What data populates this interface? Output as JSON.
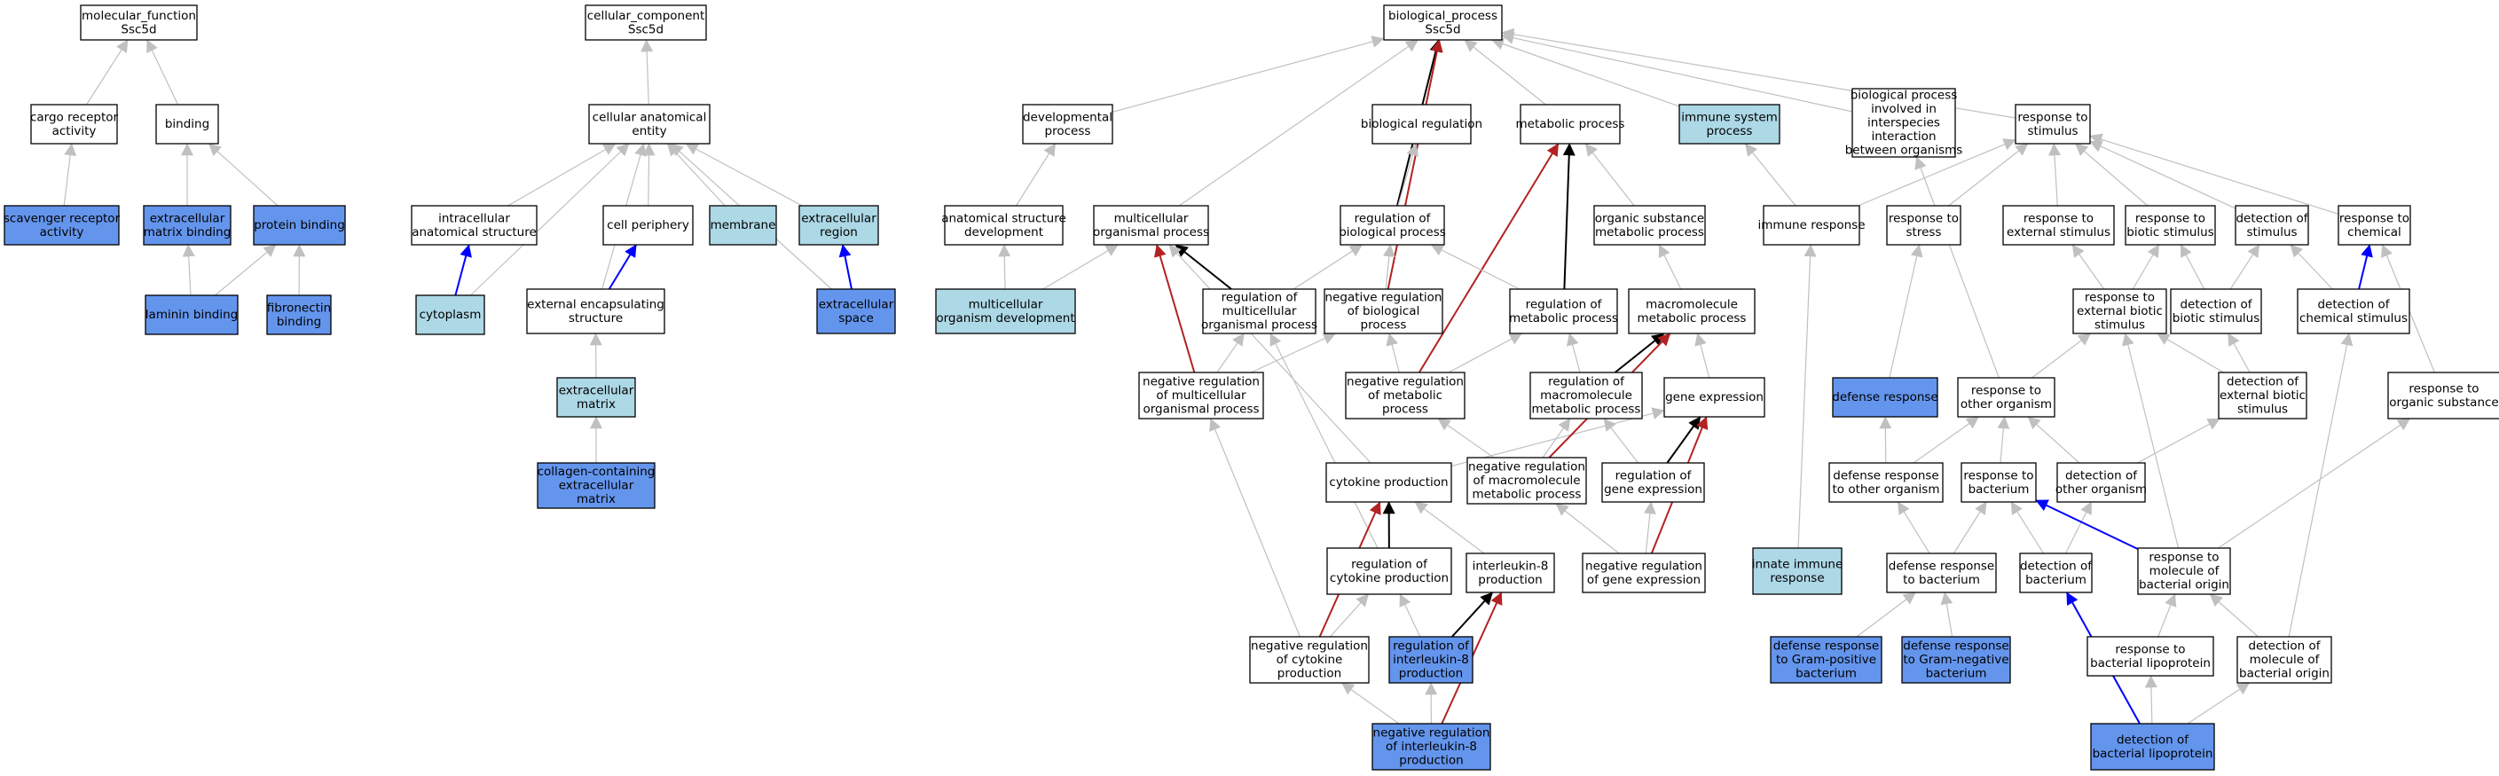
{
  "colors": {
    "white": "#ffffff",
    "dark": "#6495ed",
    "light": "#add8e6",
    "edge_gray": "#c0c0c0",
    "edge_black": "#000000",
    "edge_red": "#b22222",
    "edge_blue": "#0000ff"
  },
  "nodes": [
    {
      "id": "mf",
      "lines": [
        "molecular_function",
        "Ssc5d"
      ],
      "fill": "white"
    },
    {
      "id": "cargo",
      "lines": [
        "cargo receptor",
        "activity"
      ],
      "fill": "white"
    },
    {
      "id": "binding",
      "lines": [
        "binding"
      ],
      "fill": "white"
    },
    {
      "id": "scav",
      "lines": [
        "scavenger receptor",
        "activity"
      ],
      "fill": "dark"
    },
    {
      "id": "ecmbind",
      "lines": [
        "extracellular",
        "matrix binding"
      ],
      "fill": "dark"
    },
    {
      "id": "protbind",
      "lines": [
        "protein binding"
      ],
      "fill": "dark"
    },
    {
      "id": "laminin",
      "lines": [
        "laminin binding"
      ],
      "fill": "dark"
    },
    {
      "id": "fibro",
      "lines": [
        "fibronectin",
        "binding"
      ],
      "fill": "dark"
    },
    {
      "id": "cc",
      "lines": [
        "cellular_component",
        "Ssc5d"
      ],
      "fill": "white"
    },
    {
      "id": "cae",
      "lines": [
        "cellular anatomical",
        "entity"
      ],
      "fill": "white"
    },
    {
      "id": "intra",
      "lines": [
        "intracellular",
        "anatomical structure"
      ],
      "fill": "white"
    },
    {
      "id": "periph",
      "lines": [
        "cell periphery"
      ],
      "fill": "white"
    },
    {
      "id": "membrane",
      "lines": [
        "membrane"
      ],
      "fill": "light"
    },
    {
      "id": "exreg",
      "lines": [
        "extracellular",
        "region"
      ],
      "fill": "light"
    },
    {
      "id": "cytoplasm",
      "lines": [
        "cytoplasm"
      ],
      "fill": "light"
    },
    {
      "id": "extenc",
      "lines": [
        "external encapsulating",
        "structure"
      ],
      "fill": "white"
    },
    {
      "id": "exspace",
      "lines": [
        "extracellular",
        "space"
      ],
      "fill": "dark"
    },
    {
      "id": "ecm",
      "lines": [
        "extracellular",
        "matrix"
      ],
      "fill": "light"
    },
    {
      "id": "collagen",
      "lines": [
        "collagen-containing",
        "extracellular",
        "matrix"
      ],
      "fill": "dark"
    },
    {
      "id": "bp",
      "lines": [
        "biological_process",
        "Ssc5d"
      ],
      "fill": "white"
    },
    {
      "id": "devproc",
      "lines": [
        "developmental",
        "process"
      ],
      "fill": "white"
    },
    {
      "id": "bioreg",
      "lines": [
        "biological regulation"
      ],
      "fill": "white"
    },
    {
      "id": "metab",
      "lines": [
        "metabolic process"
      ],
      "fill": "white"
    },
    {
      "id": "immsys",
      "lines": [
        "immune system",
        "process"
      ],
      "fill": "light"
    },
    {
      "id": "interspecies",
      "lines": [
        "biological process",
        "involved in",
        "interspecies",
        "interaction",
        "between organisms"
      ],
      "fill": "white"
    },
    {
      "id": "respstim",
      "lines": [
        "response to",
        "stimulus"
      ],
      "fill": "white"
    },
    {
      "id": "asd",
      "lines": [
        "anatomical structure",
        "development"
      ],
      "fill": "white"
    },
    {
      "id": "mop",
      "lines": [
        "multicellular",
        "organismal process"
      ],
      "fill": "white"
    },
    {
      "id": "regbp",
      "lines": [
        "regulation of",
        "biological process"
      ],
      "fill": "white"
    },
    {
      "id": "osmp",
      "lines": [
        "organic substance",
        "metabolic process"
      ],
      "fill": "white"
    },
    {
      "id": "immresp",
      "lines": [
        "immune response"
      ],
      "fill": "white"
    },
    {
      "id": "respstress",
      "lines": [
        "response to",
        "stress"
      ],
      "fill": "white"
    },
    {
      "id": "respextstim",
      "lines": [
        "response to",
        "external stimulus"
      ],
      "fill": "white"
    },
    {
      "id": "respbiotic",
      "lines": [
        "response to",
        "biotic stimulus"
      ],
      "fill": "white"
    },
    {
      "id": "detstim",
      "lines": [
        "detection of",
        "stimulus"
      ],
      "fill": "white"
    },
    {
      "id": "respchem",
      "lines": [
        "response to",
        "chemical"
      ],
      "fill": "white"
    },
    {
      "id": "mod",
      "lines": [
        "multicellular",
        "organism development"
      ],
      "fill": "light"
    },
    {
      "id": "regmop",
      "lines": [
        "regulation of",
        "multicellular",
        "organismal process"
      ],
      "fill": "white"
    },
    {
      "id": "negregbp",
      "lines": [
        "negative regulation",
        "of biological",
        "process"
      ],
      "fill": "white"
    },
    {
      "id": "regmetab",
      "lines": [
        "regulation of",
        "metabolic process"
      ],
      "fill": "white"
    },
    {
      "id": "macromol",
      "lines": [
        "macromolecule",
        "metabolic process"
      ],
      "fill": "white"
    },
    {
      "id": "respextbiotic",
      "lines": [
        "response to",
        "external biotic",
        "stimulus"
      ],
      "fill": "white"
    },
    {
      "id": "detbiotic",
      "lines": [
        "detection of",
        "biotic stimulus"
      ],
      "fill": "white"
    },
    {
      "id": "detchem",
      "lines": [
        "detection of",
        "chemical stimulus"
      ],
      "fill": "white"
    },
    {
      "id": "negregmop",
      "lines": [
        "negative regulation",
        "of multicellular",
        "organismal process"
      ],
      "fill": "white"
    },
    {
      "id": "negregmetab",
      "lines": [
        "negative regulation",
        "of metabolic",
        "process"
      ],
      "fill": "white"
    },
    {
      "id": "regmacro",
      "lines": [
        "regulation of",
        "macromolecule",
        "metabolic process"
      ],
      "fill": "white"
    },
    {
      "id": "geneexp",
      "lines": [
        "gene expression"
      ],
      "fill": "white"
    },
    {
      "id": "defresp",
      "lines": [
        "defense response"
      ],
      "fill": "dark"
    },
    {
      "id": "respother",
      "lines": [
        "response to",
        "other organism"
      ],
      "fill": "white"
    },
    {
      "id": "detextbiotic",
      "lines": [
        "detection of",
        "external biotic",
        "stimulus"
      ],
      "fill": "white"
    },
    {
      "id": "resporgsub",
      "lines": [
        "response to",
        "organic substance"
      ],
      "fill": "white"
    },
    {
      "id": "cytoprod",
      "lines": [
        "cytokine production"
      ],
      "fill": "white"
    },
    {
      "id": "negregmacro",
      "lines": [
        "negative regulation",
        "of macromolecule",
        "metabolic process"
      ],
      "fill": "white"
    },
    {
      "id": "reggeneexp",
      "lines": [
        "regulation of",
        "gene expression"
      ],
      "fill": "white"
    },
    {
      "id": "defother",
      "lines": [
        "defense response",
        "to other organism"
      ],
      "fill": "white"
    },
    {
      "id": "respbact",
      "lines": [
        "response to",
        "bacterium"
      ],
      "fill": "white"
    },
    {
      "id": "detother",
      "lines": [
        "detection of",
        "other organism"
      ],
      "fill": "white"
    },
    {
      "id": "regcyto",
      "lines": [
        "regulation of",
        "cytokine production"
      ],
      "fill": "white"
    },
    {
      "id": "il8prod",
      "lines": [
        "interleukin-8",
        "production"
      ],
      "fill": "white"
    },
    {
      "id": "negreggene",
      "lines": [
        "negative regulation",
        "of gene expression"
      ],
      "fill": "white"
    },
    {
      "id": "innate",
      "lines": [
        "innate immune",
        "response"
      ],
      "fill": "light"
    },
    {
      "id": "defbact",
      "lines": [
        "defense response",
        "to bacterium"
      ],
      "fill": "white"
    },
    {
      "id": "detbact",
      "lines": [
        "detection of",
        "bacterium"
      ],
      "fill": "white"
    },
    {
      "id": "respmolbact",
      "lines": [
        "response to",
        "molecule of",
        "bacterial origin"
      ],
      "fill": "white"
    },
    {
      "id": "negregcyto",
      "lines": [
        "negative regulation",
        "of cytokine",
        "production"
      ],
      "fill": "white"
    },
    {
      "id": "regil8",
      "lines": [
        "regulation of",
        "interleukin-8",
        "production"
      ],
      "fill": "dark"
    },
    {
      "id": "defgpos",
      "lines": [
        "defense response",
        "to Gram-positive",
        "bacterium"
      ],
      "fill": "dark"
    },
    {
      "id": "defgneg",
      "lines": [
        "defense response",
        "to Gram-negative",
        "bacterium"
      ],
      "fill": "dark"
    },
    {
      "id": "respbactlipo",
      "lines": [
        "response to",
        "bacterial lipoprotein"
      ],
      "fill": "white"
    },
    {
      "id": "detmolbact",
      "lines": [
        "detection of",
        "molecule of",
        "bacterial origin"
      ],
      "fill": "white"
    },
    {
      "id": "negregil8",
      "lines": [
        "negative regulation",
        "of interleukin-8",
        "production"
      ],
      "fill": "dark"
    },
    {
      "id": "detbactlipo",
      "lines": [
        "detection of",
        "bacterial lipoprotein"
      ],
      "fill": "dark"
    }
  ],
  "edges": [
    {
      "from": "cargo",
      "to": "mf",
      "type": "gray"
    },
    {
      "from": "binding",
      "to": "mf",
      "type": "gray"
    },
    {
      "from": "scav",
      "to": "cargo",
      "type": "gray"
    },
    {
      "from": "ecmbind",
      "to": "binding",
      "type": "gray"
    },
    {
      "from": "protbind",
      "to": "binding",
      "type": "gray"
    },
    {
      "from": "laminin",
      "to": "ecmbind",
      "type": "gray"
    },
    {
      "from": "laminin",
      "to": "protbind",
      "type": "gray"
    },
    {
      "from": "fibro",
      "to": "protbind",
      "type": "gray"
    },
    {
      "from": "cae",
      "to": "cc",
      "type": "gray"
    },
    {
      "from": "intra",
      "to": "cae",
      "type": "gray"
    },
    {
      "from": "periph",
      "to": "cae",
      "type": "gray"
    },
    {
      "from": "membrane",
      "to": "cae",
      "type": "gray"
    },
    {
      "from": "exreg",
      "to": "cae",
      "type": "gray"
    },
    {
      "from": "cytoplasm",
      "to": "cae",
      "type": "gray"
    },
    {
      "from": "cytoplasm",
      "to": "intra",
      "type": "blue"
    },
    {
      "from": "extenc",
      "to": "cae",
      "type": "gray"
    },
    {
      "from": "extenc",
      "to": "periph",
      "type": "blue"
    },
    {
      "from": "exspace",
      "to": "cae",
      "type": "gray"
    },
    {
      "from": "exspace",
      "to": "exreg",
      "type": "blue"
    },
    {
      "from": "ecm",
      "to": "extenc",
      "type": "gray"
    },
    {
      "from": "collagen",
      "to": "ecm",
      "type": "gray"
    },
    {
      "from": "devproc",
      "to": "bp",
      "type": "gray"
    },
    {
      "from": "bioreg",
      "to": "bp",
      "type": "gray"
    },
    {
      "from": "metab",
      "to": "bp",
      "type": "gray"
    },
    {
      "from": "immsys",
      "to": "bp",
      "type": "gray"
    },
    {
      "from": "interspecies",
      "to": "bp",
      "type": "gray"
    },
    {
      "from": "respstim",
      "to": "bp",
      "type": "gray"
    },
    {
      "from": "mop",
      "to": "bp",
      "type": "gray"
    },
    {
      "from": "regbp",
      "to": "bp",
      "type": "black"
    },
    {
      "from": "negregbp",
      "to": "bp",
      "type": "red"
    },
    {
      "from": "asd",
      "to": "devproc",
      "type": "gray"
    },
    {
      "from": "mod",
      "to": "asd",
      "type": "gray"
    },
    {
      "from": "mod",
      "to": "mop",
      "type": "gray"
    },
    {
      "from": "regbp",
      "to": "bioreg",
      "type": "gray"
    },
    {
      "from": "osmp",
      "to": "metab",
      "type": "gray"
    },
    {
      "from": "regmetab",
      "to": "metab",
      "type": "black"
    },
    {
      "from": "negregmetab",
      "to": "metab",
      "type": "red"
    },
    {
      "from": "immresp",
      "to": "immsys",
      "type": "gray"
    },
    {
      "from": "respstress",
      "to": "respstim",
      "type": "gray"
    },
    {
      "from": "respextstim",
      "to": "respstim",
      "type": "gray"
    },
    {
      "from": "respbiotic",
      "to": "respstim",
      "type": "gray"
    },
    {
      "from": "detstim",
      "to": "respstim",
      "type": "gray"
    },
    {
      "from": "respchem",
      "to": "respstim",
      "type": "gray"
    },
    {
      "from": "immresp",
      "to": "respstim",
      "type": "gray"
    },
    {
      "from": "regmop",
      "to": "mop",
      "type": "black"
    },
    {
      "from": "regmop",
      "to": "regbp",
      "type": "gray"
    },
    {
      "from": "negregbp",
      "to": "regbp",
      "type": "gray"
    },
    {
      "from": "regmetab",
      "to": "regbp",
      "type": "gray"
    },
    {
      "from": "macromol",
      "to": "osmp",
      "type": "gray"
    },
    {
      "from": "respextbiotic",
      "to": "respextstim",
      "type": "gray"
    },
    {
      "from": "respextbiotic",
      "to": "respbiotic",
      "type": "gray"
    },
    {
      "from": "detbiotic",
      "to": "respbiotic",
      "type": "gray"
    },
    {
      "from": "detbiotic",
      "to": "detstim",
      "type": "gray"
    },
    {
      "from": "detchem",
      "to": "detstim",
      "type": "gray"
    },
    {
      "from": "detchem",
      "to": "respchem",
      "type": "blue"
    },
    {
      "from": "negregmop",
      "to": "mop",
      "type": "red"
    },
    {
      "from": "negregmop",
      "to": "regmop",
      "type": "gray"
    },
    {
      "from": "negregmop",
      "to": "negregbp",
      "type": "gray"
    },
    {
      "from": "negregmetab",
      "to": "regmetab",
      "type": "gray"
    },
    {
      "from": "negregmetab",
      "to": "negregbp",
      "type": "gray"
    },
    {
      "from": "regmacro",
      "to": "macromol",
      "type": "black"
    },
    {
      "from": "regmacro",
      "to": "regmetab",
      "type": "gray"
    },
    {
      "from": "geneexp",
      "to": "macromol",
      "type": "gray"
    },
    {
      "from": "defresp",
      "to": "respstress",
      "type": "gray"
    },
    {
      "from": "respother",
      "to": "interspecies",
      "type": "gray"
    },
    {
      "from": "respother",
      "to": "respextbiotic",
      "type": "gray"
    },
    {
      "from": "detextbiotic",
      "to": "respextbiotic",
      "type": "gray"
    },
    {
      "from": "detextbiotic",
      "to": "detbiotic",
      "type": "gray"
    },
    {
      "from": "resporgsub",
      "to": "respchem",
      "type": "gray"
    },
    {
      "from": "cytoprod",
      "to": "mop",
      "type": "gray"
    },
    {
      "from": "cytoprod",
      "to": "geneexp",
      "type": "gray"
    },
    {
      "from": "negregmacro",
      "to": "macromol",
      "type": "red"
    },
    {
      "from": "negregmacro",
      "to": "regmacro",
      "type": "gray"
    },
    {
      "from": "negregmacro",
      "to": "negregmetab",
      "type": "gray"
    },
    {
      "from": "reggeneexp",
      "to": "geneexp",
      "type": "black"
    },
    {
      "from": "reggeneexp",
      "to": "regmacro",
      "type": "gray"
    },
    {
      "from": "defother",
      "to": "defresp",
      "type": "gray"
    },
    {
      "from": "defother",
      "to": "respother",
      "type": "gray"
    },
    {
      "from": "respbact",
      "to": "respother",
      "type": "gray"
    },
    {
      "from": "detother",
      "to": "respother",
      "type": "gray"
    },
    {
      "from": "detother",
      "to": "detextbiotic",
      "type": "gray"
    },
    {
      "from": "regcyto",
      "to": "cytoprod",
      "type": "black"
    },
    {
      "from": "regcyto",
      "to": "regmop",
      "type": "gray"
    },
    {
      "from": "il8prod",
      "to": "cytoprod",
      "type": "gray"
    },
    {
      "from": "negreggene",
      "to": "geneexp",
      "type": "red"
    },
    {
      "from": "negreggene",
      "to": "reggeneexp",
      "type": "gray"
    },
    {
      "from": "negreggene",
      "to": "negregmacro",
      "type": "gray"
    },
    {
      "from": "innate",
      "to": "immresp",
      "type": "gray"
    },
    {
      "from": "defbact",
      "to": "defother",
      "type": "gray"
    },
    {
      "from": "defbact",
      "to": "respbact",
      "type": "gray"
    },
    {
      "from": "detbact",
      "to": "respbact",
      "type": "gray"
    },
    {
      "from": "detbact",
      "to": "detother",
      "type": "gray"
    },
    {
      "from": "respmolbact",
      "to": "respbact",
      "type": "blue"
    },
    {
      "from": "respmolbact",
      "to": "resporgsub",
      "type": "gray"
    },
    {
      "from": "respmolbact",
      "to": "respextbiotic",
      "type": "gray"
    },
    {
      "from": "negregcyto",
      "to": "cytoprod",
      "type": "red"
    },
    {
      "from": "negregcyto",
      "to": "regcyto",
      "type": "gray"
    },
    {
      "from": "negregcyto",
      "to": "negregmop",
      "type": "gray"
    },
    {
      "from": "regil8",
      "to": "il8prod",
      "type": "black"
    },
    {
      "from": "regil8",
      "to": "regcyto",
      "type": "gray"
    },
    {
      "from": "defgpos",
      "to": "defbact",
      "type": "gray"
    },
    {
      "from": "defgneg",
      "to": "defbact",
      "type": "gray"
    },
    {
      "from": "respbactlipo",
      "to": "respmolbact",
      "type": "gray"
    },
    {
      "from": "detmolbact",
      "to": "respmolbact",
      "type": "gray"
    },
    {
      "from": "detmolbact",
      "to": "detchem",
      "type": "gray"
    },
    {
      "from": "negregil8",
      "to": "regil8",
      "type": "gray"
    },
    {
      "from": "negregil8",
      "to": "il8prod",
      "type": "red"
    },
    {
      "from": "negregil8",
      "to": "negregcyto",
      "type": "gray"
    },
    {
      "from": "detbactlipo",
      "to": "respbactlipo",
      "type": "gray"
    },
    {
      "from": "detbactlipo",
      "to": "detmolbact",
      "type": "gray"
    },
    {
      "from": "detbactlipo",
      "to": "detbact",
      "type": "blue"
    }
  ]
}
